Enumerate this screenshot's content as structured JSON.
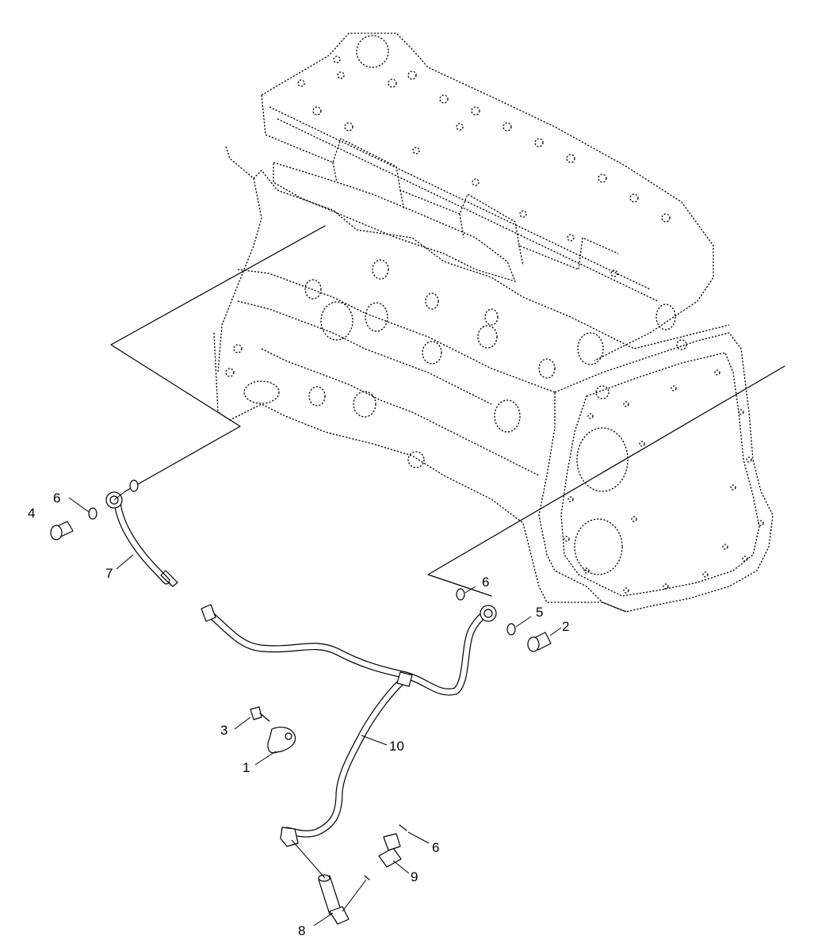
{
  "callouts": [
    {
      "id": "c1",
      "text": "1"
    },
    {
      "id": "c2",
      "text": "2"
    },
    {
      "id": "c3",
      "text": "3"
    },
    {
      "id": "c4",
      "text": "4"
    },
    {
      "id": "c5",
      "text": "5"
    },
    {
      "id": "c6a",
      "text": "6"
    },
    {
      "id": "c6b",
      "text": "6"
    },
    {
      "id": "c6c",
      "text": "6"
    },
    {
      "id": "c7",
      "text": "7"
    },
    {
      "id": "c8",
      "text": "8"
    },
    {
      "id": "c9",
      "text": "9"
    },
    {
      "id": "c10",
      "text": "10"
    }
  ]
}
